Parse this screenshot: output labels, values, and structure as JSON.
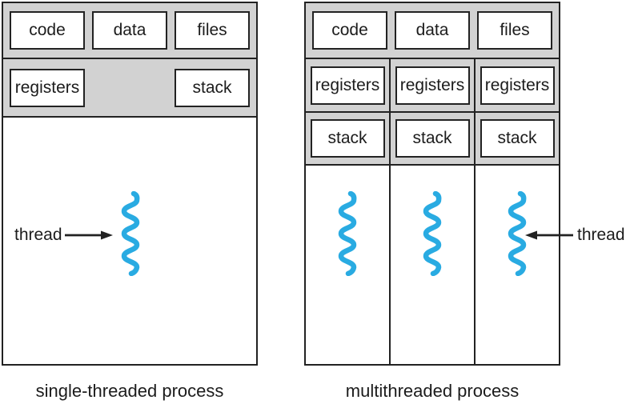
{
  "figure": {
    "left_process": {
      "caption": "single-threaded process",
      "top_boxes": [
        "code",
        "data",
        "files"
      ],
      "mid_boxes": [
        "registers",
        "stack"
      ],
      "thread_label": "thread"
    },
    "right_process": {
      "caption": "multithreaded process",
      "top_boxes": [
        "code",
        "data",
        "files"
      ],
      "registers_boxes": [
        "registers",
        "registers",
        "registers"
      ],
      "stack_boxes": [
        "stack",
        "stack",
        "stack"
      ],
      "thread_label": "thread"
    }
  },
  "colors": {
    "thread_blue": "#29abe2",
    "band_gray": "#d2d2d2",
    "line_black": "#222222"
  }
}
